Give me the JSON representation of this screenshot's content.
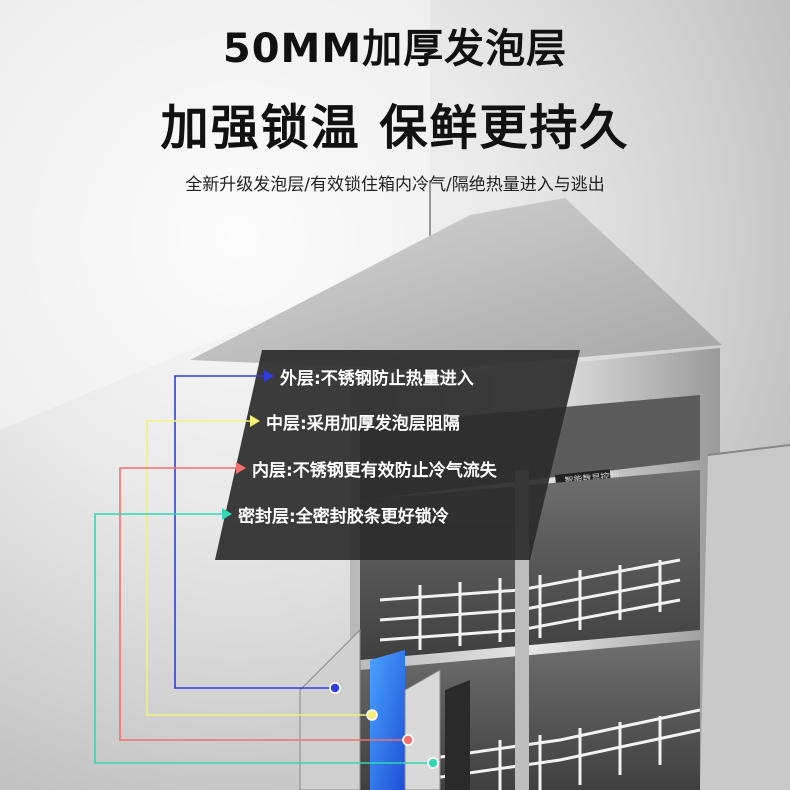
{
  "header": {
    "title": "50MM加厚发泡层",
    "headline": "加强锁温 保鲜更持久",
    "subline": "全新升级发泡层/有效锁住箱内冷气/隔绝热量进入与逃出"
  },
  "colors": {
    "accent": "#f26522",
    "outer": "#2f3de0",
    "middle": "#f5f07a",
    "inner": "#f07070",
    "seal": "#35d6b4"
  },
  "callouts": [
    {
      "label": "外层:不锈钢防止热量进入"
    },
    {
      "label": "中层:采用加厚发泡层阻隔"
    },
    {
      "label": "内层:不锈钢更有效防止冷气流失"
    },
    {
      "label": "密封层:全密封胶条更好锁冷"
    }
  ],
  "product": {
    "panel_text": "智能数显控制"
  }
}
